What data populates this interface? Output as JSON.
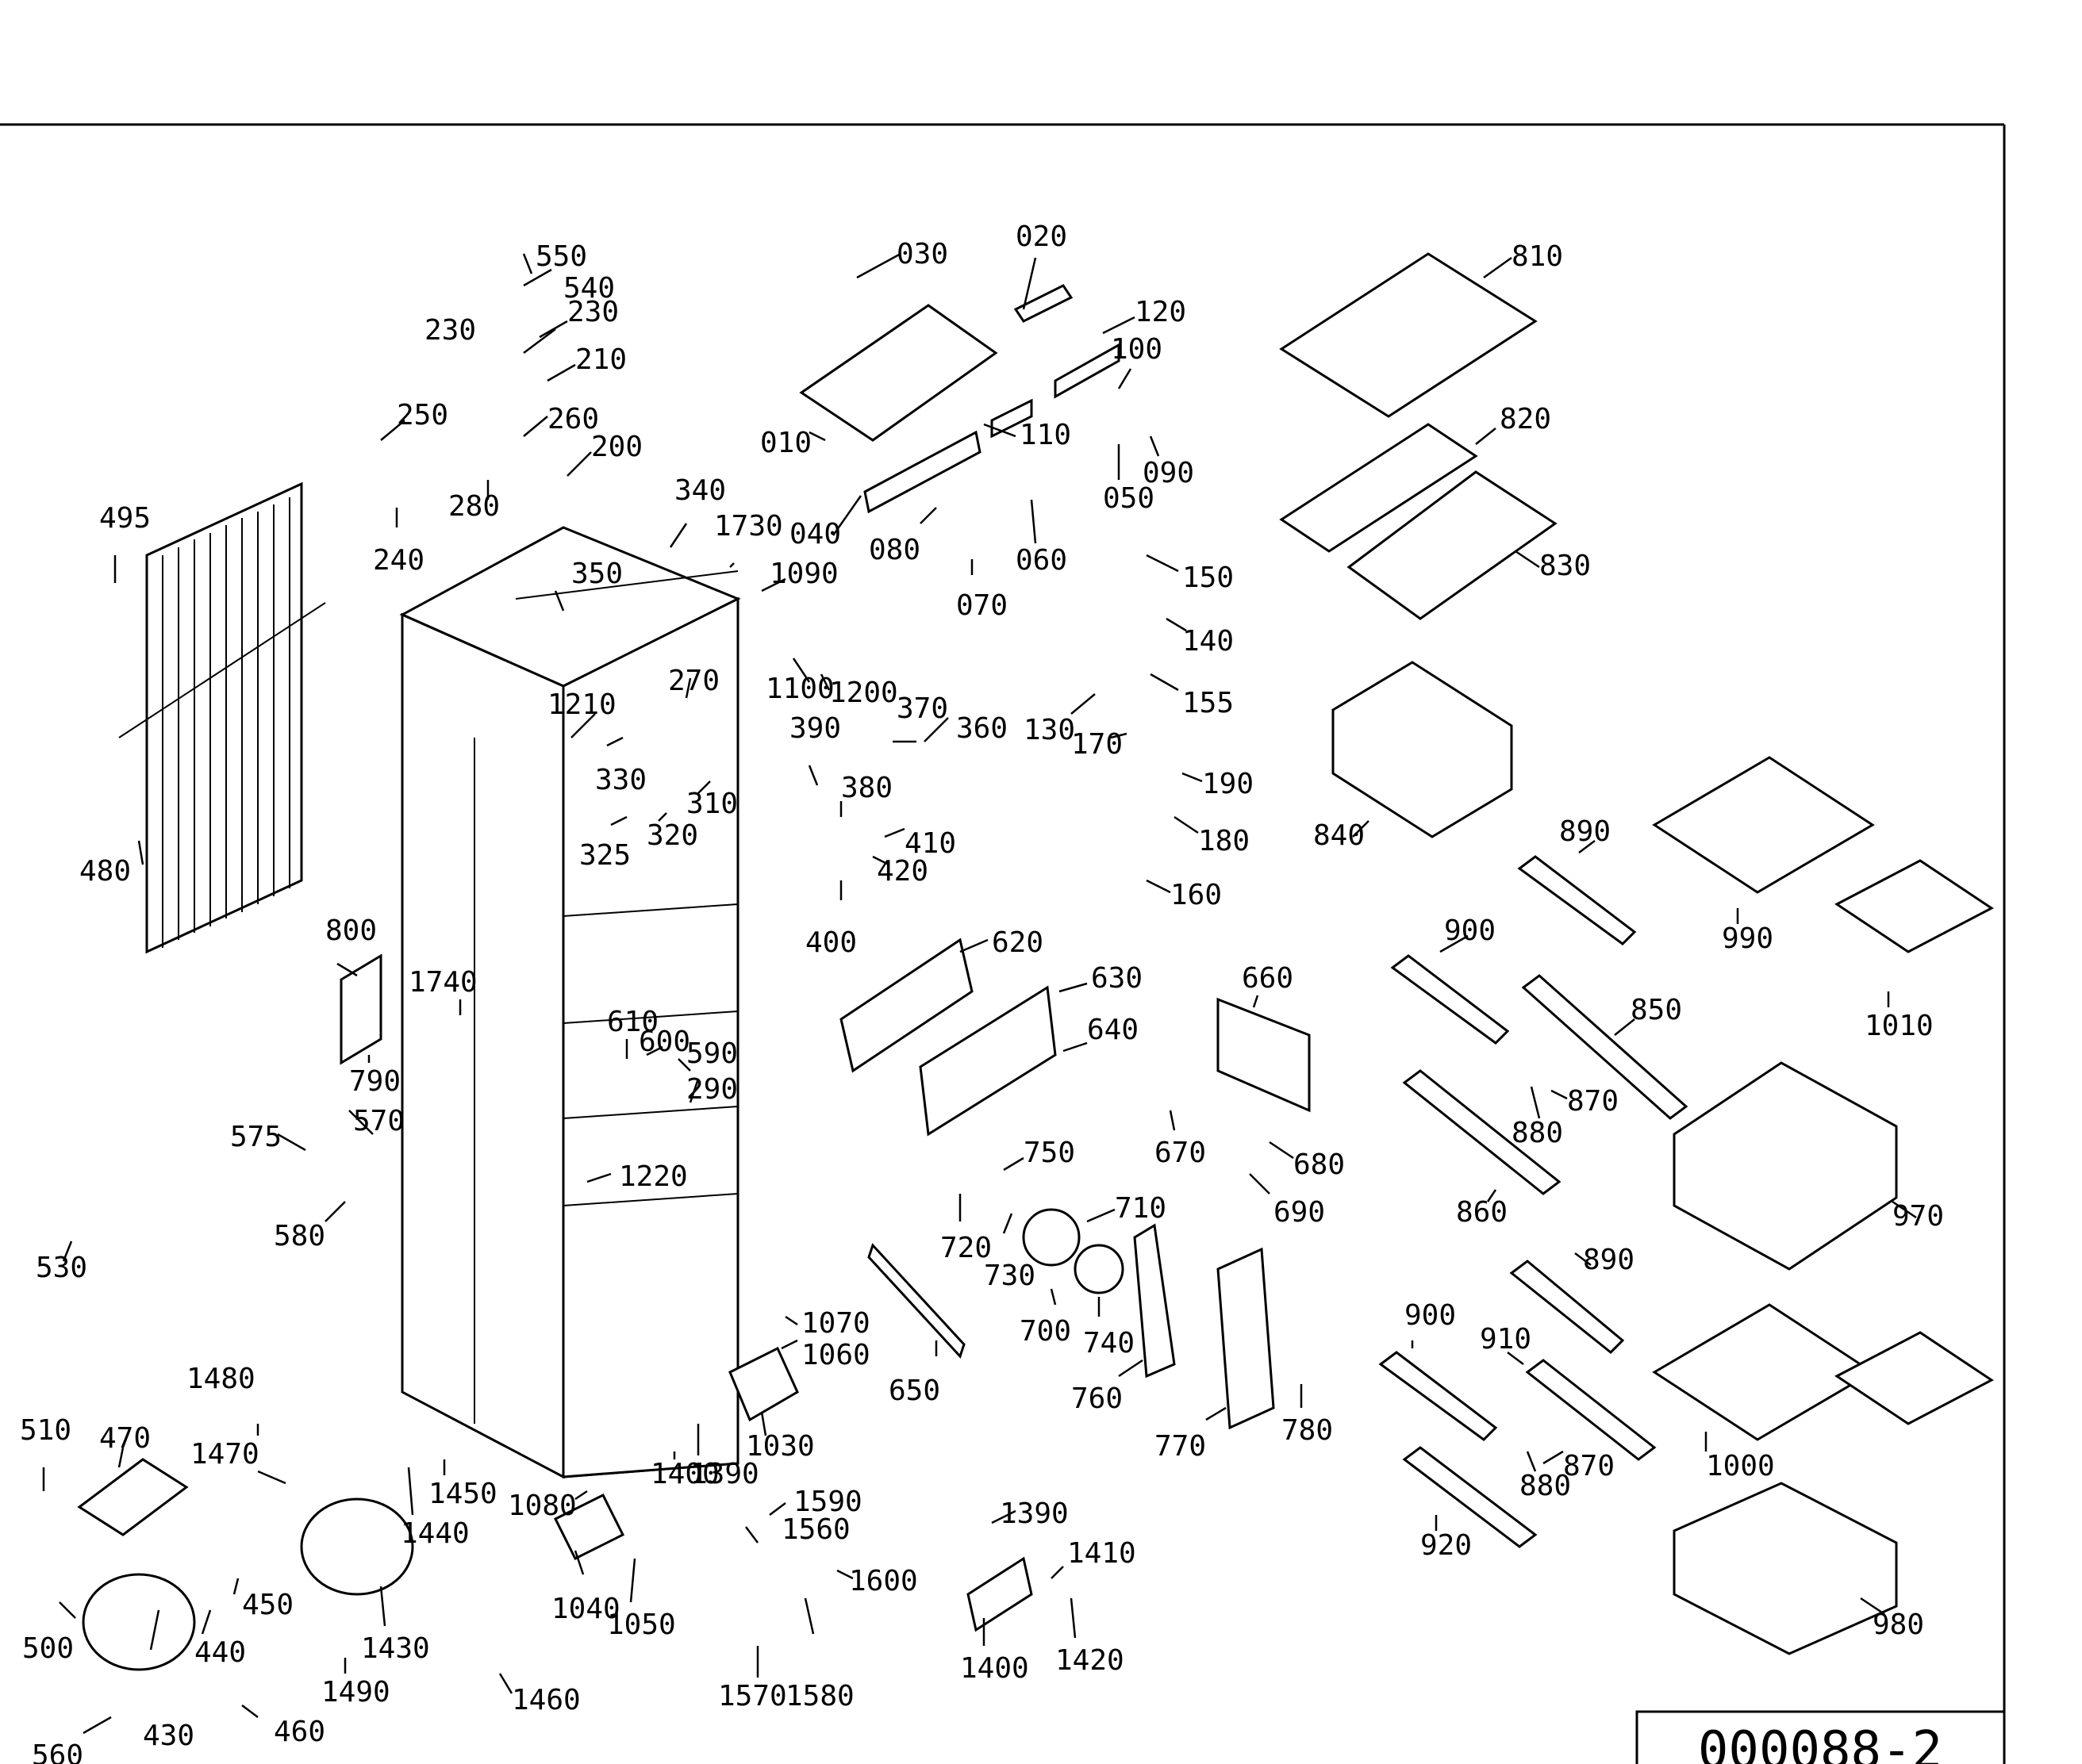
{
  "drawing_number": "000088-2",
  "part_labels": [
    "010",
    "020",
    "030",
    "040",
    "050",
    "060",
    "070",
    "080",
    "090",
    "100",
    "110",
    "120",
    "130",
    "140",
    "150",
    "155",
    "160",
    "170",
    "180",
    "190",
    "200",
    "210",
    "230",
    "230",
    "240",
    "250",
    "260",
    "270",
    "280",
    "290",
    "310",
    "320",
    "325",
    "330",
    "340",
    "350",
    "360",
    "370",
    "380",
    "390",
    "400",
    "410",
    "420",
    "430",
    "440",
    "450",
    "460",
    "470",
    "480",
    "495",
    "500",
    "510",
    "530",
    "540",
    "550",
    "560",
    "570",
    "575",
    "580",
    "590",
    "600",
    "610",
    "620",
    "630",
    "640",
    "650",
    "660",
    "670",
    "680",
    "690",
    "700",
    "710",
    "720",
    "730",
    "740",
    "750",
    "760",
    "770",
    "780",
    "790",
    "800",
    "810",
    "820",
    "830",
    "840",
    "850",
    "860",
    "870",
    "870",
    "880",
    "880",
    "890",
    "890",
    "900",
    "900",
    "910",
    "920",
    "970",
    "980",
    "990",
    "1000",
    "1010",
    "1030",
    "1040",
    "1050",
    "1060",
    "1070",
    "1080",
    "1090",
    "1100",
    "1200",
    "1210",
    "1220",
    "1390",
    "1390",
    "1400",
    "1400",
    "1410",
    "1420",
    "1430",
    "1440",
    "1450",
    "1460",
    "1470",
    "1480",
    "1490",
    "1560",
    "1570",
    "1580",
    "1590",
    "1600",
    "1730",
    "1740"
  ]
}
